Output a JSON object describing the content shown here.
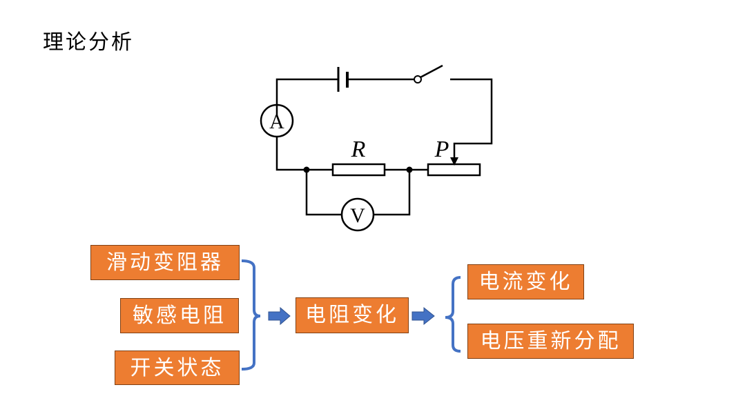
{
  "title": "理论分析",
  "circuit": {
    "ammeter_label": "A",
    "voltmeter_label": "V",
    "resistor_label": "R",
    "slider_label": "P"
  },
  "flow": {
    "inputs": [
      "滑动变阻器",
      "敏感电阻",
      "开关状态"
    ],
    "middle": "电阻变化",
    "outputs": [
      "电流变化",
      "电压重新分配"
    ]
  },
  "colors": {
    "box_fill": "#ed7d31",
    "box_text": "#ffffff",
    "bracket": "#4472c4",
    "circuit_line": "#000000"
  }
}
